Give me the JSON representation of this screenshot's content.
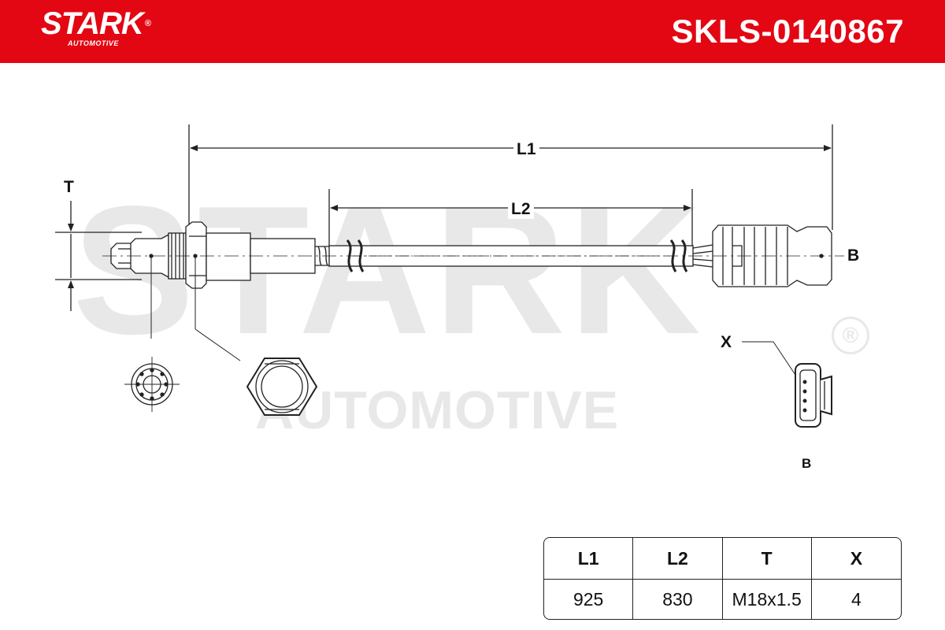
{
  "header": {
    "brand_name": "STARK",
    "brand_registered": "®",
    "brand_sub": "AUTOMOTIVE",
    "part_number": "SKLS-0140867",
    "color": "#e30613"
  },
  "watermark": {
    "main": "STARK",
    "sub": "AUTOMOTIVE",
    "registered": "®"
  },
  "drawing": {
    "labels": {
      "l1": "L1",
      "l2": "L2",
      "t": "T",
      "b_connector": "B",
      "x_pins": "X",
      "b_view": "B"
    }
  },
  "spec_table": {
    "headers": [
      "L1",
      "L2",
      "T",
      "X"
    ],
    "values": [
      "925",
      "830",
      "M18x1.5",
      "4"
    ]
  }
}
